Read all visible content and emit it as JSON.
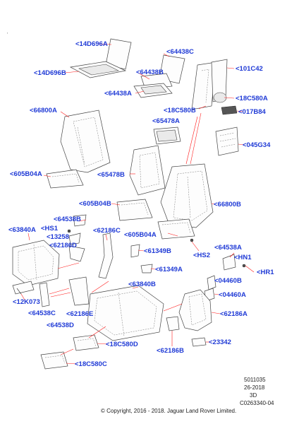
{
  "labels": {
    "c14D696A": "14D696A",
    "c14D696B": "14D696B",
    "c64438C": "64438C",
    "c64438B": "64438B",
    "c64438A": "64438A",
    "c101C42": "101C42",
    "c18C580A": "18C580A",
    "c18C580B": "18C580B",
    "c017B84": "017B84",
    "c66800A": "66800A",
    "c65478A": "65478A",
    "c045G34": "045G34",
    "c605B04A_top": "605B04A",
    "c65478B": "65478B",
    "c605B04B": "605B04B",
    "c66800B": "66800B",
    "c64538B": "64538B",
    "cHS1": "HS1",
    "c63840A": "63840A",
    "c13258": "13258",
    "c62186D": "62186D",
    "c62186C": "62186C",
    "c605B04A_mid": "605B04A",
    "cHS2": "HS2",
    "c61349B": "61349B",
    "c64538A": "64538A",
    "cHN1": "HN1",
    "c61349A": "61349A",
    "cHR1": "HR1",
    "c63840B": "63840B",
    "c04460B": "04460B",
    "c12K073": "12K073",
    "c04460A": "04460A",
    "c64538C": "64538C",
    "c62186E": "62186E",
    "c62186A": "62186A",
    "c64538D": "64538D",
    "c23342": "23342",
    "c18C580D": "18C580D",
    "c62186B": "62186B",
    "c18C580C": "18C580C"
  },
  "meta": {
    "line1": "5011035",
    "line2": "26-2018",
    "line3": "3D",
    "line4": "C0263340-04",
    "copyright": "© Copyright, 2016 - 2018. Jaguar Land Rover Limited."
  },
  "colors": {
    "callout": "#1f3ad6",
    "leader": "#ff1a1a",
    "outline": "#444444"
  }
}
